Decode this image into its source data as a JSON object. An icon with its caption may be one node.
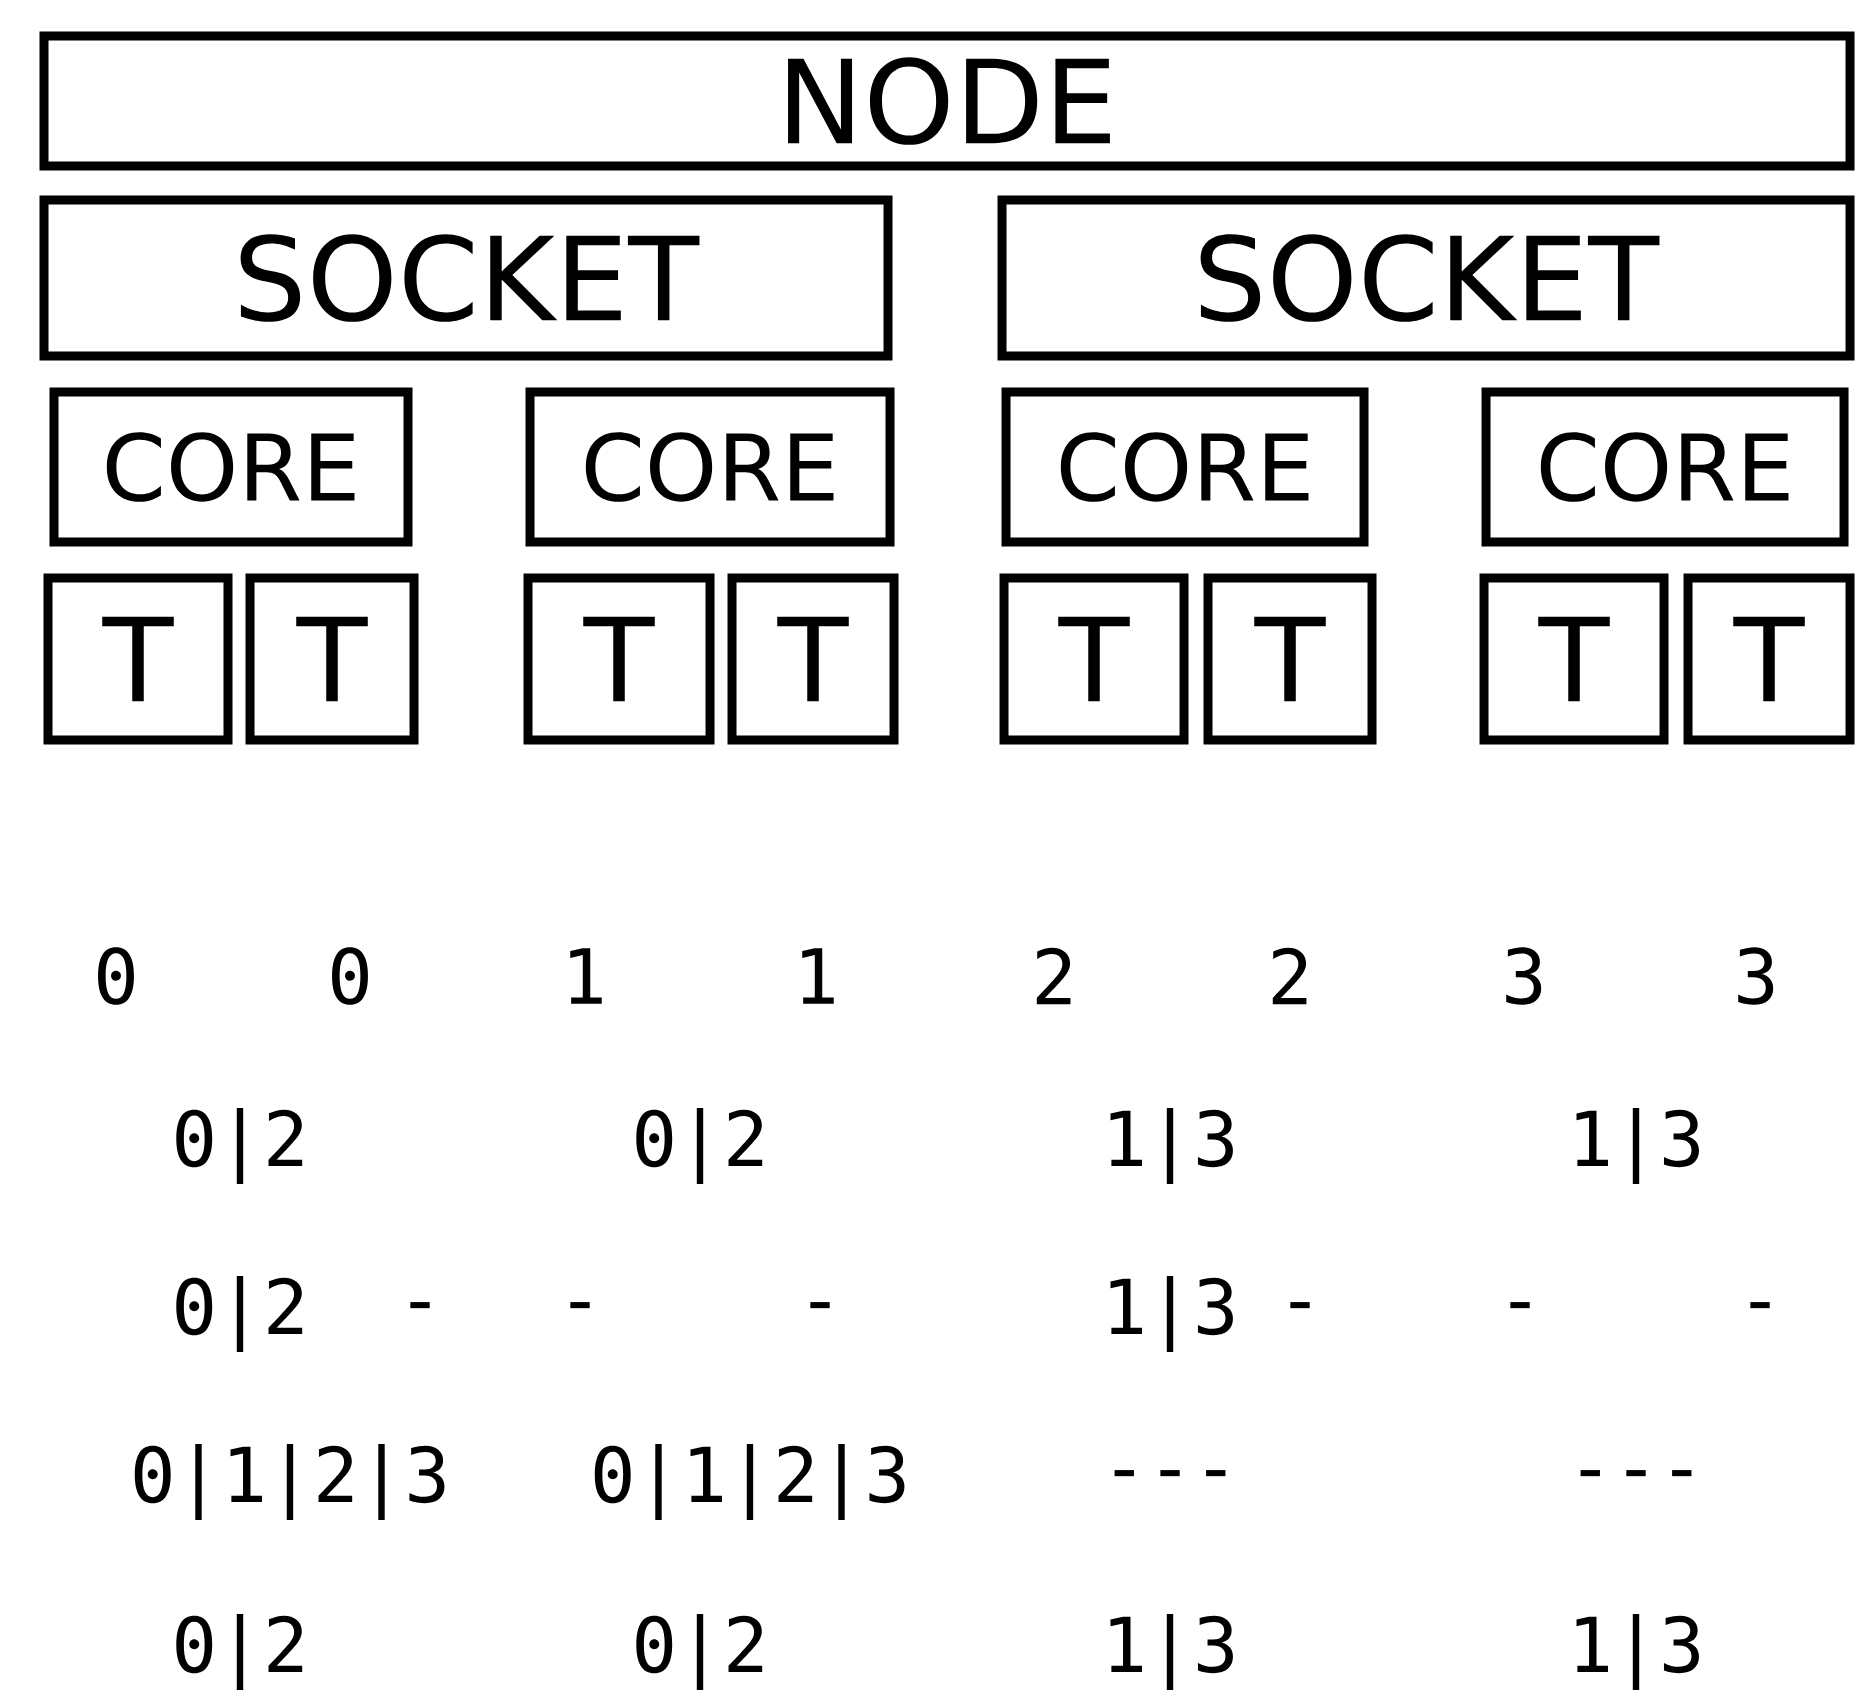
{
  "diagram": {
    "nodes": [
      {
        "text": [
          "NODE"
        ]
      },
      {
        "text": [
          "SOCKET"
        ]
      },
      {
        "text": [
          "SOCKET"
        ]
      },
      {
        "text": [
          "CORE"
        ]
      },
      {
        "text": [
          "CORE"
        ]
      },
      {
        "text": [
          "CORE"
        ]
      },
      {
        "text": [
          "CORE"
        ]
      },
      {
        "text": [
          "T"
        ]
      },
      {
        "text": [
          "T"
        ]
      },
      {
        "text": [
          "T"
        ]
      },
      {
        "text": [
          "T"
        ]
      },
      {
        "text": [
          "T"
        ]
      },
      {
        "text": [
          "T"
        ]
      },
      {
        "text": [
          "T"
        ]
      },
      {
        "text": [
          "T"
        ]
      }
    ],
    "labels": [
      "0",
      "0",
      "1",
      "1",
      "2",
      "2",
      "3",
      "3",
      "0|2",
      "0|2",
      "1|3",
      "1|3",
      "0|2",
      "-",
      "-",
      "-",
      "1|3",
      "-",
      "-",
      "-",
      "0|1|2|3",
      "0|1|2|3",
      "---",
      "---",
      "0|2",
      "0|2",
      "1|3",
      "1|3"
    ]
  }
}
